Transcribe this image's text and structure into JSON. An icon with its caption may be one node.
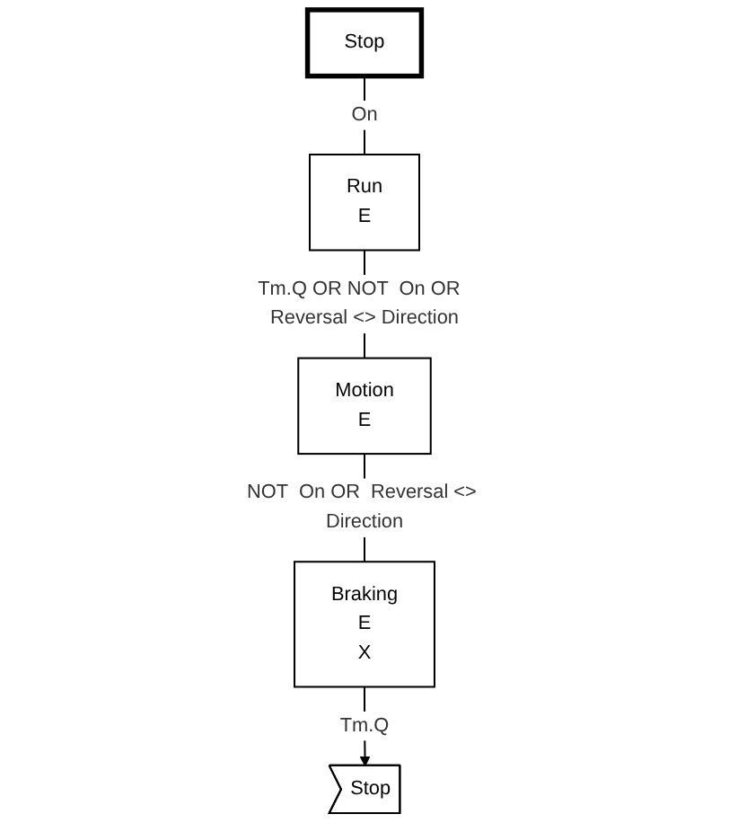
{
  "diagram": {
    "nodes": [
      {
        "text": [
          "Stop"
        ]
      },
      {
        "text": [
          "Run",
          "E"
        ]
      },
      {
        "text": [
          "Motion",
          "E"
        ]
      },
      {
        "text": [
          "Braking",
          "E",
          "X"
        ]
      },
      {
        "text": [
          "Stop"
        ]
      }
    ],
    "edges": [
      {
        "from": 0,
        "to": 1,
        "arrow": "none",
        "label": "On"
      },
      {
        "from": 1,
        "to": 2,
        "arrow": "none",
        "label": "Tm.Q OR NOT  On OR  Reversal <> Direction"
      },
      {
        "from": 2,
        "to": 3,
        "arrow": "none",
        "label": "NOT  On OR  Reversal <> Direction"
      },
      {
        "from": 3,
        "to": 4,
        "arrow": "to",
        "label": "Tm.Q"
      }
    ]
  }
}
